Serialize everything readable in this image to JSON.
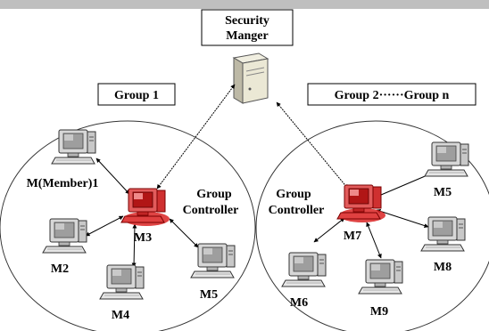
{
  "title_lines": [
    "Security",
    "Manger"
  ],
  "group_labels": {
    "group1": "Group 1",
    "group2": "Group 2······Group n"
  },
  "controller_label": {
    "line1": "Group",
    "line2": "Controller"
  },
  "nodes": {
    "m1": "M(Member)1",
    "m2": "M2",
    "m3": "M3",
    "m4": "M4",
    "m5_left": "M5",
    "m5_right": "M5",
    "m6": "M6",
    "m7": "M7",
    "m8": "M8",
    "m9": "M9"
  },
  "colors": {
    "controller": "#d92323",
    "line": "#000000",
    "group_circle": "#333333",
    "top_bar": "#bfbfbf"
  }
}
